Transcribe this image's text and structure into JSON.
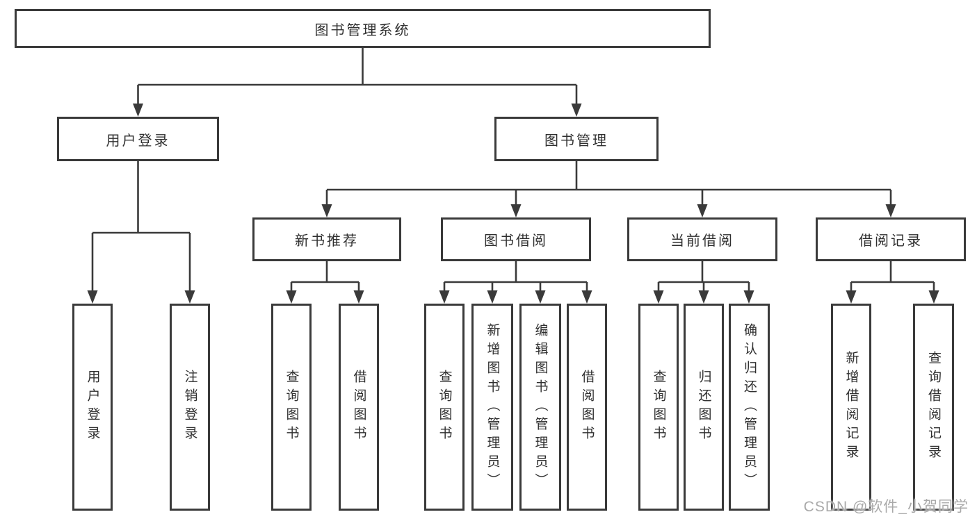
{
  "diagram": {
    "root": "图书管理系统",
    "branches": [
      {
        "label": "用户登录",
        "leaves": [
          "用户登录",
          "注销登录"
        ]
      },
      {
        "label": "图书管理",
        "groups": [
          {
            "label": "新书推荐",
            "leaves": [
              "查询图书",
              "借阅图书"
            ]
          },
          {
            "label": "图书借阅",
            "leaves": [
              "查询图书",
              "新增图书（管理员）",
              "编辑图书（管理员）",
              "借阅图书"
            ]
          },
          {
            "label": "当前借阅",
            "leaves": [
              "查询图书",
              "归还图书",
              "确认归还（管理员）"
            ]
          },
          {
            "label": "借阅记录",
            "leaves": [
              "新增借阅记录",
              "查询借阅记录"
            ]
          }
        ]
      }
    ]
  },
  "watermark": "CSDN @软件_小贺同学",
  "colors": {
    "line": "#3a3a3a",
    "text": "#2f2f2f",
    "box_bg": "#ffffff",
    "watermark": "#a9a9a9",
    "background": "#ffffff"
  }
}
